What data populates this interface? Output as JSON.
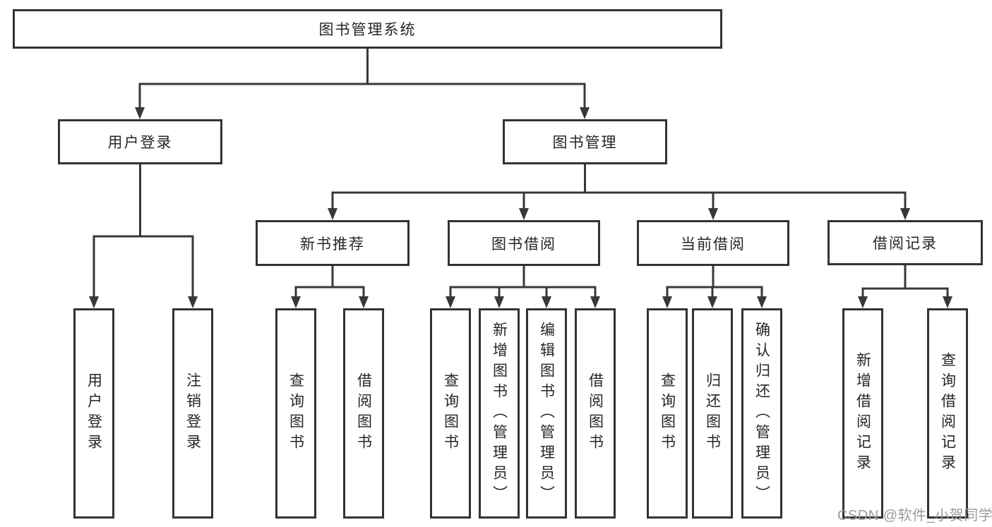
{
  "page": {
    "background": "#ffffff"
  },
  "colors": {
    "line": "#383838",
    "box_border": "#333333",
    "box_fill": "#ffffff",
    "text": "#262626",
    "watermark": "#9b9b9b"
  },
  "tree": {
    "root": {
      "label": "图书管理系统"
    },
    "branches": [
      {
        "label": "用户登录",
        "children": [
          {
            "label": "用户登录"
          },
          {
            "label": "注销登录"
          }
        ]
      },
      {
        "label": "图书管理",
        "groups": [
          {
            "label": "新书推荐",
            "children": [
              {
                "label": "查询图书"
              },
              {
                "label": "借阅图书"
              }
            ]
          },
          {
            "label": "图书借阅",
            "children": [
              {
                "label": "查询图书"
              },
              {
                "label": "新增图书（管理员）"
              },
              {
                "label": "编辑图书（管理员）"
              },
              {
                "label": "借阅图书"
              }
            ]
          },
          {
            "label": "当前借阅",
            "children": [
              {
                "label": "查询图书"
              },
              {
                "label": "归还图书"
              },
              {
                "label": "确认归还（管理员）"
              }
            ]
          },
          {
            "label": "借阅记录",
            "children": [
              {
                "label": "新增借阅记录"
              },
              {
                "label": "查询借阅记录"
              }
            ]
          }
        ]
      }
    ]
  },
  "watermark": {
    "text": "CSDN @软件_小贺同学"
  }
}
